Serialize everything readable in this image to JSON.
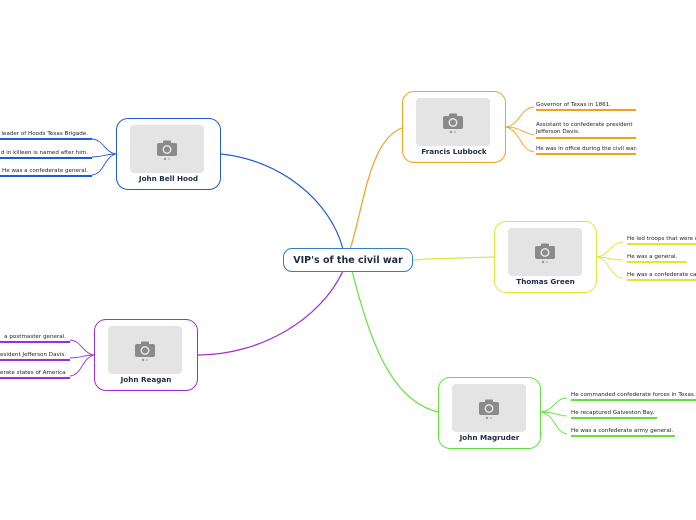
{
  "center": {
    "title": "VIP's of the civil war"
  },
  "topics": [
    {
      "name": "Francis Lubbock",
      "color": "#f2a01f",
      "photo_icon": "camera-icon",
      "details": [
        "Governor of Texas in 1861.",
        "Assistant to confederate president Jefferson Davis.",
        "He was in office during the civil war."
      ]
    },
    {
      "name": "Thomas Green",
      "color": "#e1e635",
      "photo_icon": "camera-icon",
      "details": [
        "He led troops that were c",
        "He was a general.",
        "He was a confederate ca"
      ]
    },
    {
      "name": "John Magruder",
      "color": "#5fe33a",
      "photo_icon": "camera-icon",
      "details": [
        "He commanded confederate forces in Texas.",
        "He recaptured Galveston Bay.",
        "He was a confederate army general."
      ]
    },
    {
      "name": "John Bell Hood",
      "color": "#1f5bd6",
      "photo_icon": "camera-icon",
      "details": [
        "leader of Hoods Texas Brigade.",
        "d in killeen is named after him.",
        "He was a confederate general."
      ]
    },
    {
      "name": "John Reagan",
      "color": "#a02ed1",
      "photo_icon": "camera-icon",
      "details": [
        "a postmaster general.",
        "esident Jefferson Davis.",
        "erate states of America."
      ]
    }
  ]
}
